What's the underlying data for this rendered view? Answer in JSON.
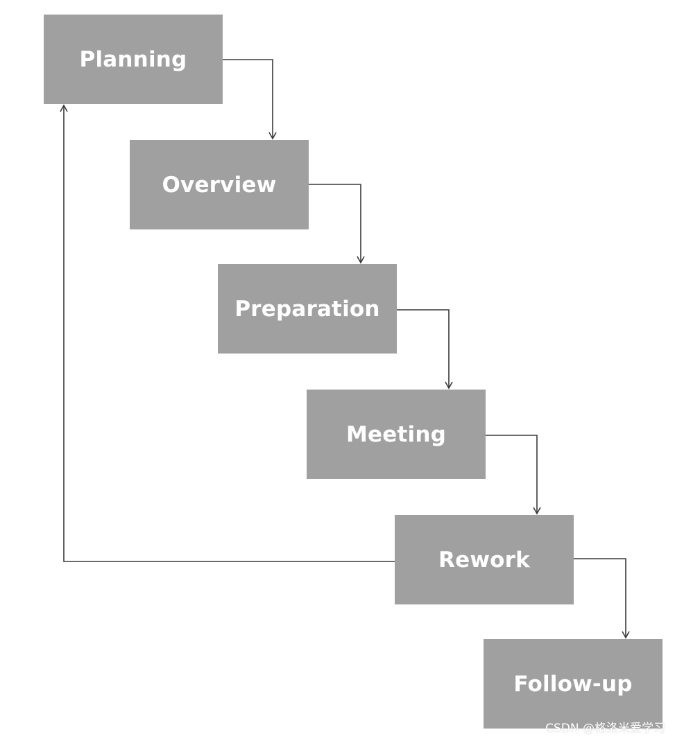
{
  "diagram": {
    "steps": [
      {
        "label": "Planning"
      },
      {
        "label": "Overview"
      },
      {
        "label": "Preparation"
      },
      {
        "label": "Meeting"
      },
      {
        "label": "Rework"
      },
      {
        "label": "Follow-up"
      }
    ],
    "connections": [
      {
        "from": "Planning",
        "to": "Overview"
      },
      {
        "from": "Overview",
        "to": "Preparation"
      },
      {
        "from": "Preparation",
        "to": "Meeting"
      },
      {
        "from": "Meeting",
        "to": "Rework"
      },
      {
        "from": "Rework",
        "to": "Follow-up"
      },
      {
        "from": "Rework",
        "to": "Planning"
      }
    ],
    "colors": {
      "box_fill": "#a0a0a0",
      "box_text": "#ffffff",
      "connector": "#3a3a3a",
      "background": "#ffffff"
    }
  },
  "watermark": "CSDN @格洛米爱学习"
}
